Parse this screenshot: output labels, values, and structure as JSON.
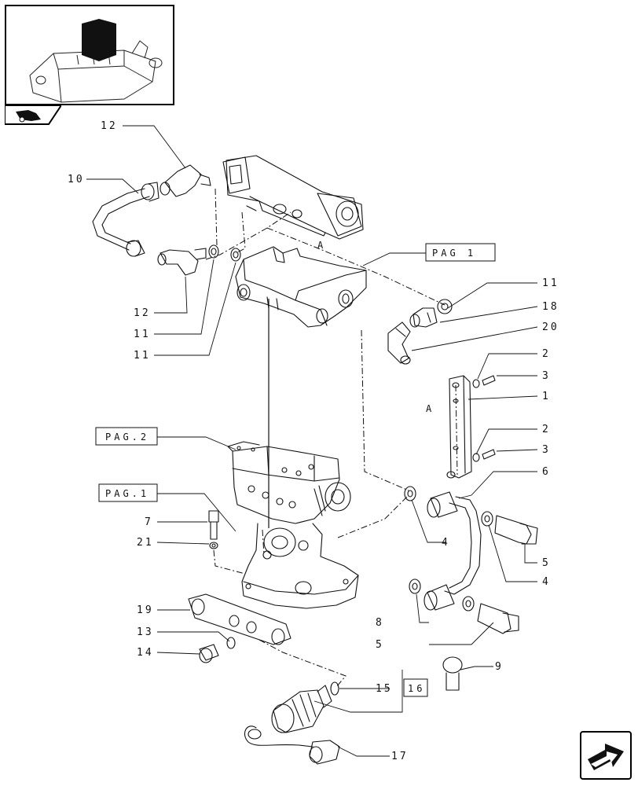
{
  "icons": {
    "thumbnail": "tractor-hitch-thumbnail-icon",
    "section_tab": "tractor-section-icon",
    "next_page": "next-page-arrow-icon"
  },
  "references": {
    "pag1_top": "PAG 1",
    "pag2": "PAG.2",
    "pag1_mid": "PAG.1",
    "box16": "16",
    "marker_a": "A"
  },
  "callouts": [
    {
      "id": "c12a",
      "label": "12"
    },
    {
      "id": "c10",
      "label": "10"
    },
    {
      "id": "c12b",
      "label": "12"
    },
    {
      "id": "c11a",
      "label": "11"
    },
    {
      "id": "c11b",
      "label": "11"
    },
    {
      "id": "c11c",
      "label": "11"
    },
    {
      "id": "c18",
      "label": "18"
    },
    {
      "id": "c20",
      "label": "20"
    },
    {
      "id": "c2a",
      "label": "2"
    },
    {
      "id": "c3a",
      "label": "3"
    },
    {
      "id": "c1",
      "label": "1"
    },
    {
      "id": "c2b",
      "label": "2"
    },
    {
      "id": "c3b",
      "label": "3"
    },
    {
      "id": "c6",
      "label": "6"
    },
    {
      "id": "c7",
      "label": "7"
    },
    {
      "id": "c21",
      "label": "21"
    },
    {
      "id": "c4a",
      "label": "4"
    },
    {
      "id": "c5a",
      "label": "5"
    },
    {
      "id": "c4b",
      "label": "4"
    },
    {
      "id": "c19",
      "label": "19"
    },
    {
      "id": "c13",
      "label": "13"
    },
    {
      "id": "c14",
      "label": "14"
    },
    {
      "id": "c8",
      "label": "8"
    },
    {
      "id": "c5b",
      "label": "5"
    },
    {
      "id": "c9",
      "label": "9"
    },
    {
      "id": "c15",
      "label": "15"
    },
    {
      "id": "c17",
      "label": "17"
    }
  ]
}
